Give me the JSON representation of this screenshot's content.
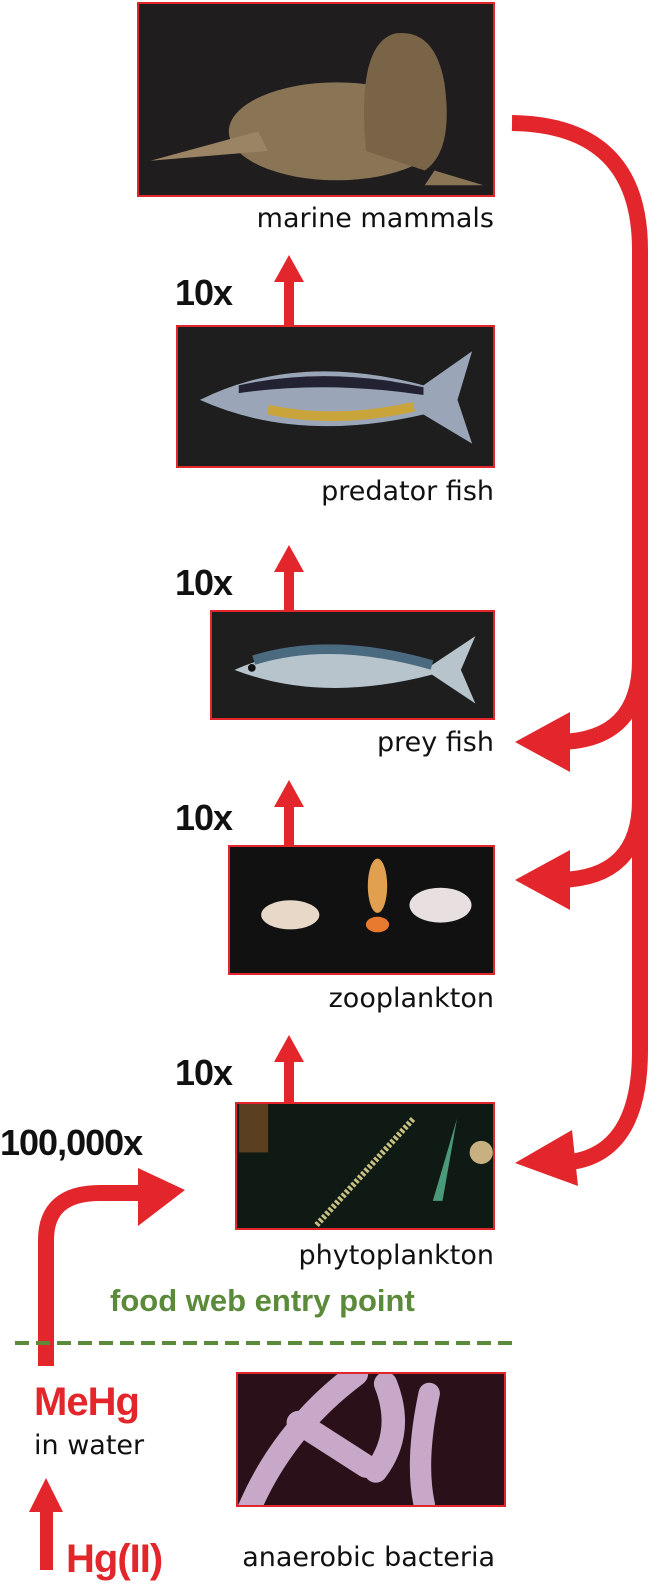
{
  "levels": [
    {
      "label": "marine mammals",
      "icon": "seal-image"
    },
    {
      "label": "predator fish",
      "icon": "tuna-image",
      "multiplier": "10x"
    },
    {
      "label": "prey fish",
      "icon": "mackerel-image",
      "multiplier": "10x"
    },
    {
      "label": "zooplankton",
      "icon": "zooplankton-image",
      "multiplier": "10x"
    },
    {
      "label": "phytoplankton",
      "icon": "phytoplankton-image",
      "multiplier": "10x"
    },
    {
      "label": "anaerobic bacteria",
      "icon": "bacteria-image"
    }
  ],
  "entry_multiplier": "100,000x",
  "entry_point_label": "food web entry point",
  "mehg": {
    "title": "MeHg",
    "subtitle": "in water"
  },
  "hg_source": "Hg(II)",
  "colors": {
    "arrow": "#e3262b",
    "entry": "#5a8a3a",
    "text": "#111111"
  }
}
